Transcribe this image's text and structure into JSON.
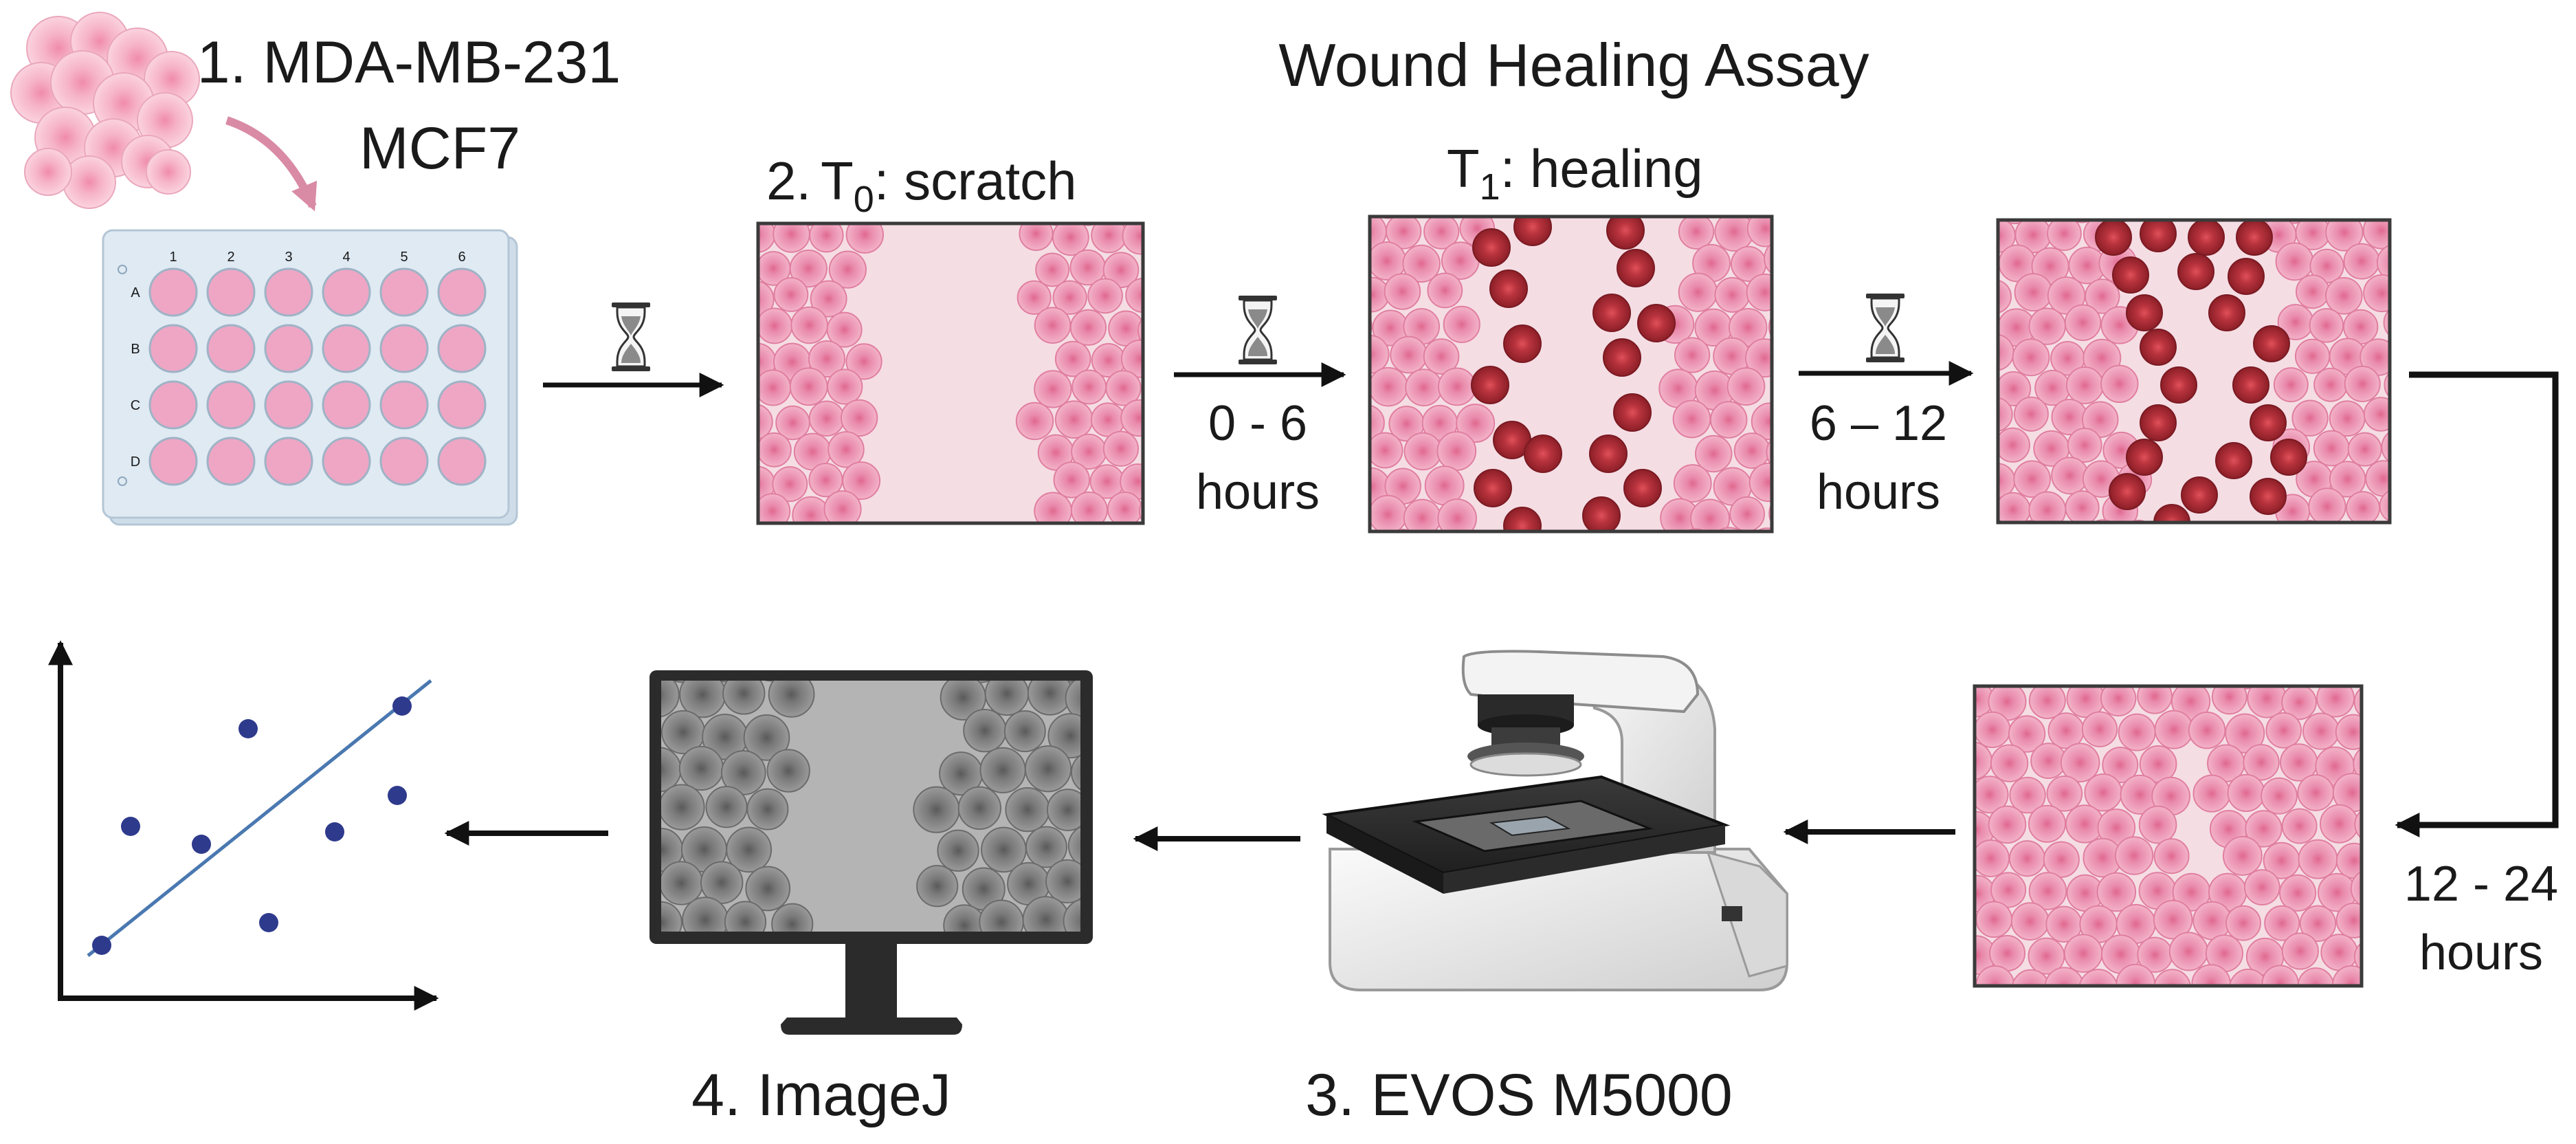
{
  "title": "Wound Healing Assay",
  "steps": {
    "cells_line1": "1. MDA-MB-231",
    "cells_line2": "MCF7",
    "scratch_num": "2.",
    "scratch_t": "T",
    "scratch_sub": "0",
    "scratch_rest": ": scratch",
    "healing_t": "T",
    "healing_sub": "1",
    "healing_rest": ": healing",
    "microscope": "3. EVOS M5000",
    "software": "4. ImageJ"
  },
  "intervals": {
    "a_line1": "0 - 6",
    "a_line2": "hours",
    "b_line1": "6 – 12",
    "b_line2": "hours",
    "c_line1": "12 - 24",
    "c_line2": "hours"
  },
  "plate": {
    "columns": [
      "1",
      "2",
      "3",
      "4",
      "5",
      "6"
    ],
    "rows": [
      "A",
      "B",
      "C",
      "D"
    ]
  },
  "colors": {
    "cell_pink": "#ef9fbe",
    "cell_dark": "#b8333d",
    "wound_bg": "#f5dde4",
    "well_pink": "#eea6c4",
    "plate_blue": "#dfeaf3",
    "scatter_point": "#2e3a8c",
    "fit_line": "#4a78b0"
  },
  "icons": [
    "cell-cluster-icon",
    "well-plate-icon",
    "hourglass-icon",
    "monitor-icon",
    "microscope-icon",
    "scatter-plot-icon"
  ]
}
